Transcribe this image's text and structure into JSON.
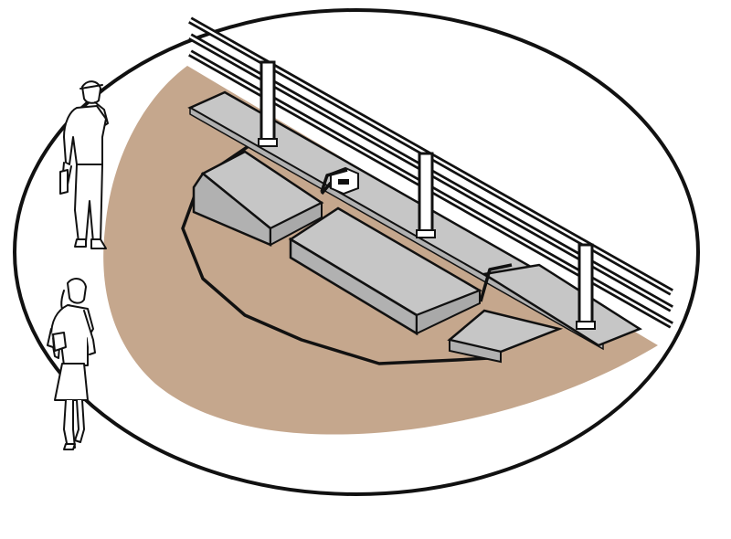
{
  "illustration": {
    "subject": "",
    "colors": {
      "background": "#ffffff",
      "outline": "#111111",
      "soil": "#c5a78d",
      "concrete": "#c6c6c6",
      "concrete_side": "#b1b1b1",
      "rail_highlight": "#ffffff"
    },
    "figures": [
      {
        "name": "standing-man-on-phone",
        "icon": "person-phone-icon"
      },
      {
        "name": "walking-woman-with-bag",
        "icon": "person-walking-icon"
      }
    ],
    "elements": {
      "railing_posts": 3,
      "concrete_slabs": 3,
      "rail_bars": 3
    }
  }
}
